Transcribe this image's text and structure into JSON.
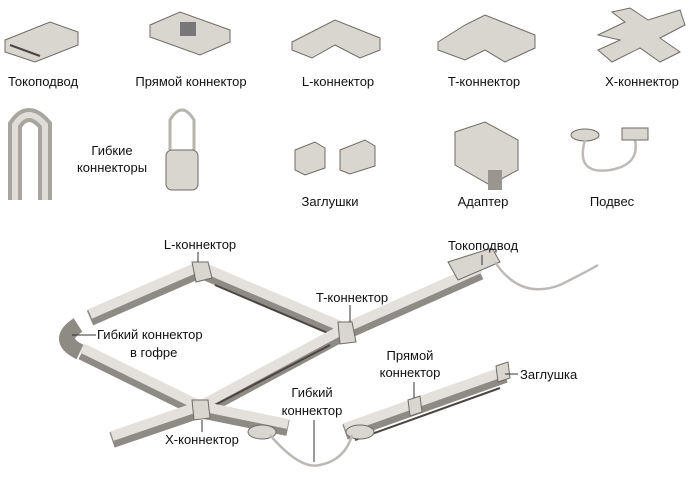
{
  "catalog": {
    "row1": [
      "Токоподвод",
      "Прямой коннектор",
      "L-коннектор",
      "T-коннектор",
      "X-коннектор"
    ],
    "row2": {
      "flex_line1": "Гибкие",
      "flex_line2": "коннекторы",
      "caps": "Заглушки",
      "adapter": "Адаптер",
      "suspension": "Подвес"
    }
  },
  "diagram": {
    "l_connector": "L-коннектор",
    "power_feed": "Токоподвод",
    "t_connector": "T-коннектор",
    "flex_corrugated_line1": "Гибкий коннектор",
    "flex_corrugated_line2": "в гофре",
    "straight_line1": "Прямой",
    "straight_line2": "коннектор",
    "end_cap": "Заглушка",
    "flex_line1": "Гибкий",
    "flex_line2": "коннектор",
    "x_connector": "X-коннектор"
  }
}
